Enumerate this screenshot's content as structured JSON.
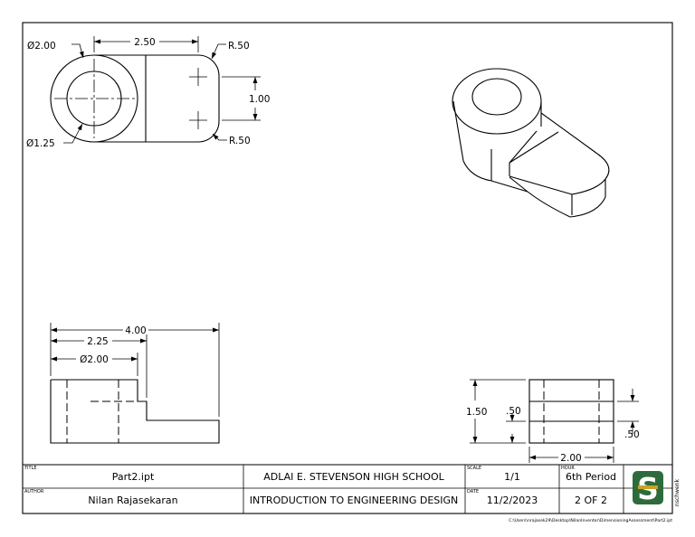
{
  "dimensions": {
    "top": {
      "dia_outer": "Ø2.00",
      "length": "2.50",
      "radius_top": "R.50",
      "width": "1.00",
      "dia_inner": "Ø1.25",
      "radius_bottom": "R.50"
    },
    "front": {
      "overall": "4.00",
      "to_step": "2.25",
      "dia": "Ø2.00"
    },
    "side": {
      "height": "1.50",
      "step_height": ".50",
      "width": "2.00",
      "right_height": ".50"
    }
  },
  "title_block": {
    "title_label": "TITLE",
    "title_value": "Part2.ipt",
    "author_label": "AUTHOR",
    "author_value": "Nilan Rajasekaran",
    "school": "ADLAI E. STEVENSON HIGH SCHOOL",
    "course": "INTRODUCTION TO ENGINEERING DESIGN",
    "scale_label": "SCALE",
    "scale_value": "1/1",
    "date_label": "DATE",
    "date_value": "11/2/2023",
    "hour_label": "HOUR",
    "hour_value": "6th Period",
    "sheet_value": "2 OF 2",
    "logo_letter": "S",
    "side_text": "nschwenk"
  },
  "file_path": "C:\\Users\\nrajasek29\\Desktop\\NilanInventor\\DimensioningAssessment\\Part2.ipt"
}
